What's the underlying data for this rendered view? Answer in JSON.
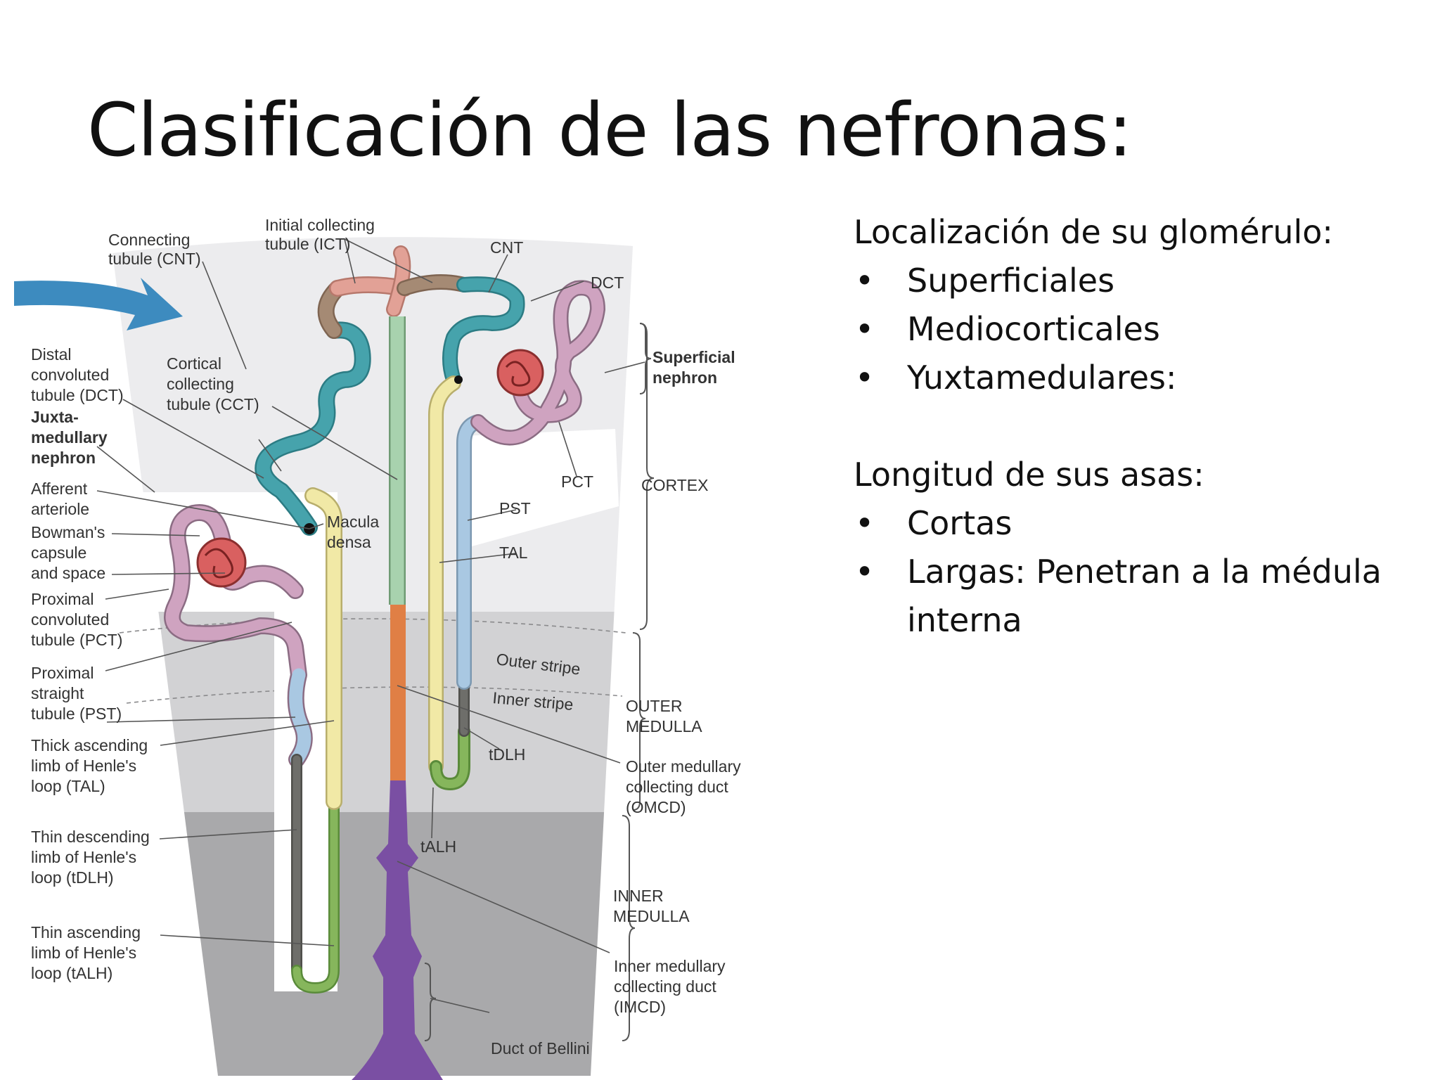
{
  "slide": {
    "title": "Clasificación de las nefronas:"
  },
  "text_panel": {
    "section1": {
      "heading": "Localización de su glomérulo:",
      "items": [
        "Superficiales",
        "Mediocorticales",
        "Yuxtamedulares:"
      ]
    },
    "section2": {
      "heading": "Longitud de sus asas:",
      "items": [
        "Cortas",
        "Largas: Penetran a la médula interna"
      ]
    }
  },
  "diagram": {
    "labels": {
      "connecting_tubule": [
        "Connecting",
        "tubule (CNT)"
      ],
      "initial_collecting_tubule": [
        "Initial collecting",
        "tubule (ICT)"
      ],
      "cnt": "CNT",
      "dct": "DCT",
      "superficial_nephron": [
        "Superficial",
        "nephron"
      ],
      "distal_convoluted_tubule": [
        "Distal",
        "convoluted",
        "tubule (DCT)"
      ],
      "juxtamedullary_nephron": [
        "Juxta-",
        "medullary",
        "nephron"
      ],
      "cortical_collecting_tubule": [
        "Cortical",
        "collecting",
        "tubule (CCT)"
      ],
      "afferent_arteriole": [
        "Afferent",
        "arteriole"
      ],
      "bowmans_capsule": [
        "Bowman's",
        "capsule",
        "and space"
      ],
      "macula_densa": [
        "Macula",
        "densa"
      ],
      "pct": "PCT",
      "cortex": "CORTEX",
      "pst": "PST",
      "tal": "TAL",
      "proximal_convoluted_tubule": [
        "Proximal",
        "convoluted",
        "tubule (PCT)"
      ],
      "proximal_straight_tubule": [
        "Proximal",
        "straight",
        "tubule (PST)"
      ],
      "outer_stripe": "Outer stripe",
      "inner_stripe": "Inner stripe",
      "outer_medulla": [
        "OUTER",
        "MEDULLA"
      ],
      "thick_ascending_limb": [
        "Thick ascending",
        "limb of Henle's",
        "loop (TAL)"
      ],
      "tdlh": "tDLH",
      "outer_medullary_collecting_duct": [
        "Outer medullary",
        "collecting duct",
        "(OMCD)"
      ],
      "thin_descending_limb": [
        "Thin descending",
        "limb of Henle's",
        "loop (tDLH)"
      ],
      "talh": "tALH",
      "inner_medulla": [
        "INNER",
        "MEDULLA"
      ],
      "thin_ascending_limb": [
        "Thin ascending",
        "limb of Henle's",
        "loop (tALH)"
      ],
      "inner_medullary_collecting_duct": [
        "Inner medullary",
        "collecting duct",
        "(IMCD)"
      ],
      "duct_of_bellini": "Duct of Bellini"
    },
    "colors": {
      "cortex": "#ececee",
      "outer_medulla": "#d2d2d4",
      "inner_medulla": "#a9a9ab",
      "arrow": "#3d8bbf",
      "dct_teal": "#46a3ac",
      "cnt_brown": "#a58a74",
      "ict_salmon": "#e2a196",
      "pct_pink": "#cfa3c0",
      "pst_blue": "#a9c8e2",
      "tal_yellow": "#f1e9a6",
      "tdlh_gray": "#6e6e6a",
      "talh_green": "#86b65c",
      "collecting_green": "#a8d2ae",
      "omcd_orange": "#e07f45",
      "imcd_purple": "#7a4fa3",
      "glomerulus_red": "#d96060"
    }
  }
}
